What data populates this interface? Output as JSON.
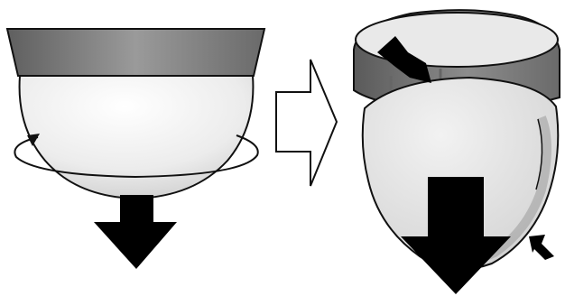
{
  "diagram": {
    "steps": [
      {
        "id": "step-1",
        "description": "rotate-dome-cover-then-pull-down"
      },
      {
        "id": "step-2",
        "description": "dome-cover-detached"
      }
    ],
    "colors": {
      "base_dark": "#6f6f6f",
      "base_light": "#9a9a9a",
      "dome_light": "#f2f2f2",
      "dome_shade": "#cfcfcf",
      "outline": "#111111",
      "arrow_fill": "#000000",
      "flow_arrow_fill": "#ffffff"
    },
    "icons": {
      "rotate": "rotate-arrow-icon",
      "pull_down": "down-arrow-icon",
      "flow": "right-outline-arrow-icon",
      "callout": "pointer-arrow-icon"
    }
  }
}
